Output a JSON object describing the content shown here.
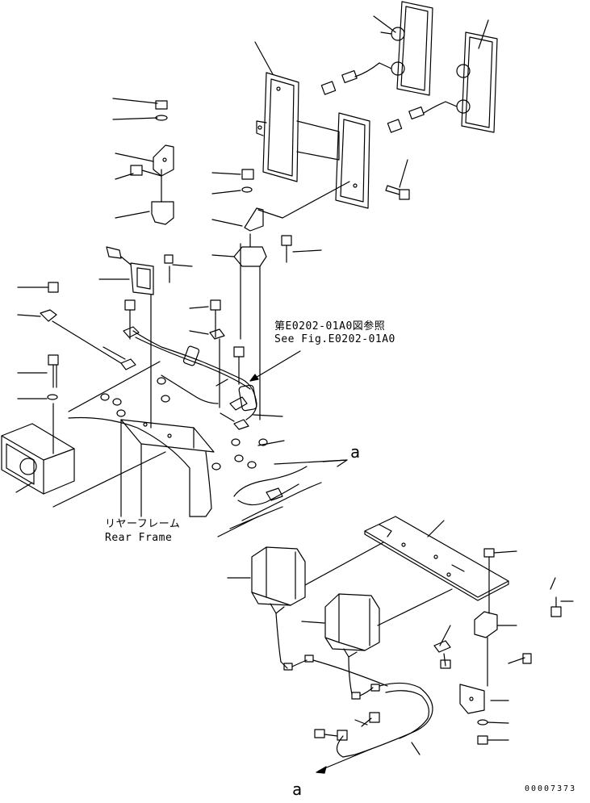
{
  "reference_note": {
    "japanese": "第E0202-01A0図参照",
    "english": "See Fig.E0202-01A0"
  },
  "rear_frame_label": {
    "japanese": "リヤーフレーム",
    "english": "Rear Frame"
  },
  "callout_upper": "a",
  "callout_lower": "a",
  "document_number": "00007373"
}
